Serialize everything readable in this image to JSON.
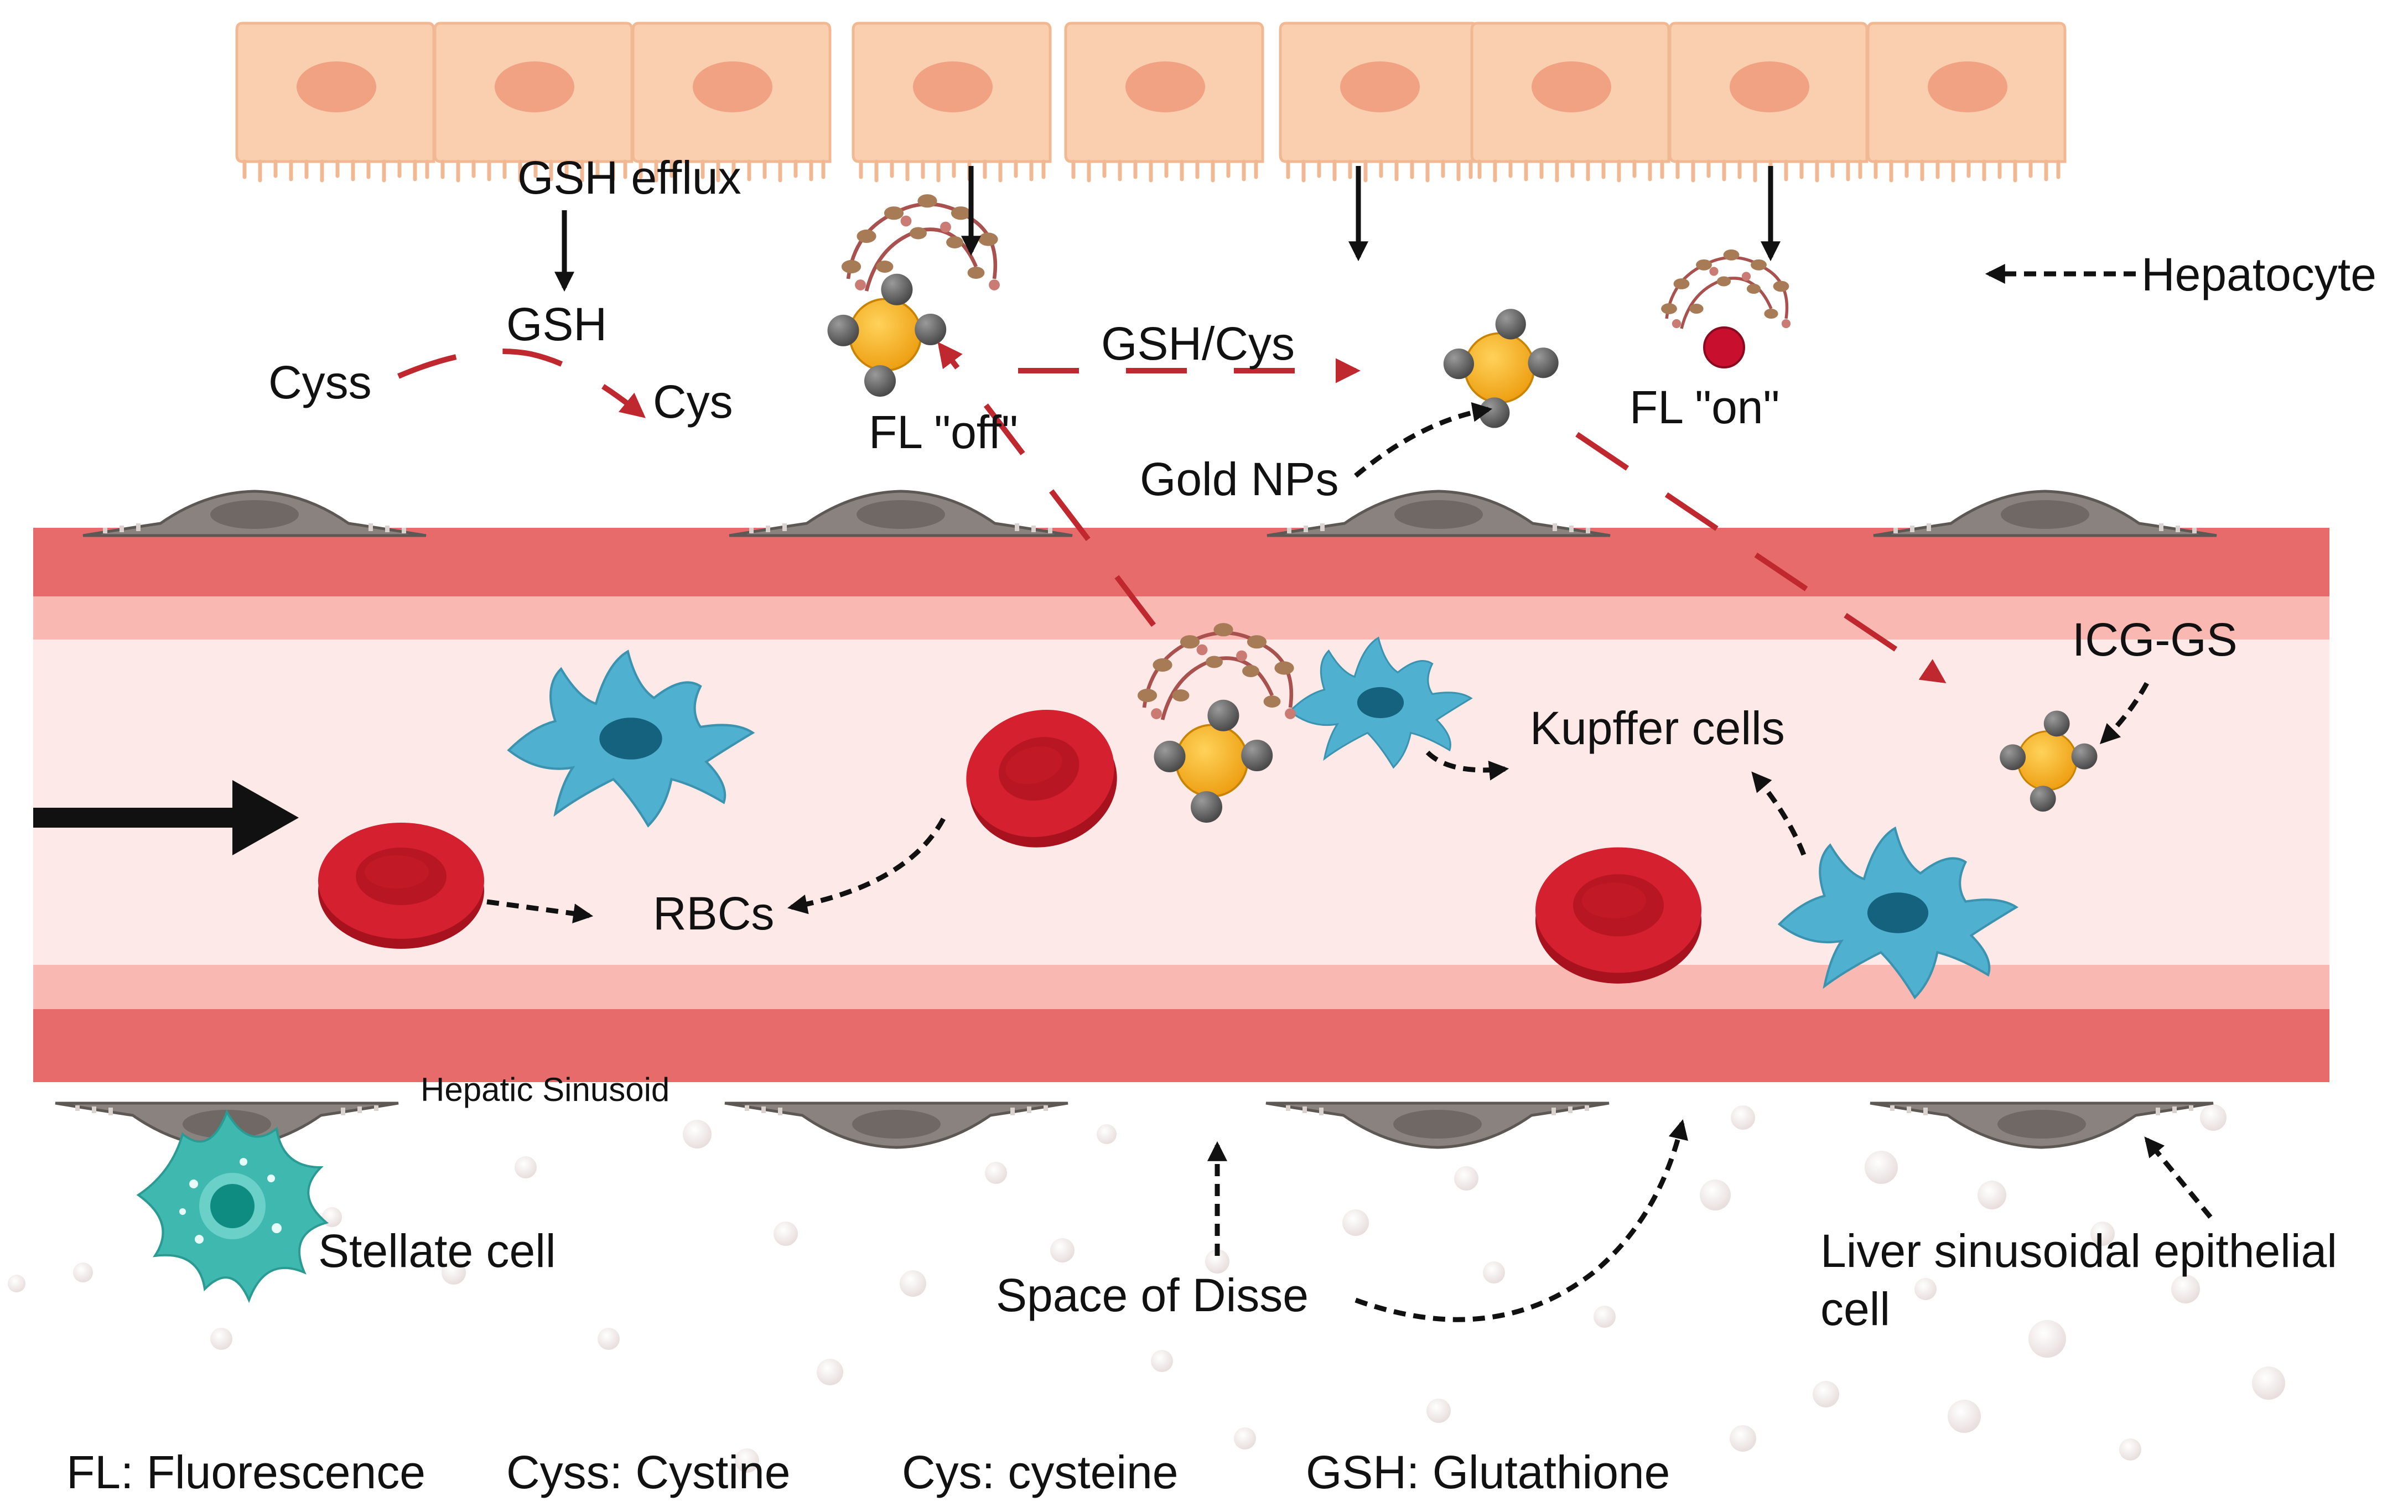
{
  "labels": {
    "gsh_efflux": "GSH efflux",
    "gsh": "GSH",
    "cyss": "Cyss",
    "cys": "Cys",
    "gsh_cys": "GSH/Cys",
    "fl_off": "FL \"off\"",
    "fl_on": "FL \"on\"",
    "gold_nps": "Gold NPs",
    "hepatocyte": "Hepatocyte",
    "icg_gs": "ICG-GS",
    "kupffer_cells": "Kupffer cells",
    "rbcs": "RBCs",
    "hepatic_sinusoid": "Hepatic Sinusoid",
    "stellate_cell": "Stellate cell",
    "space_of_disse": "Space of Disse",
    "lsec_line1": "Liver sinusoidal epithelial",
    "lsec_line2": "cell"
  },
  "legend": {
    "fl": "FL: Fluorescence",
    "cyss": "Cyss: Cystine",
    "cys": "Cys: cysteine",
    "gsh": "GSH: Glutathione"
  },
  "colors": {
    "hepatocyte_fill": "#f9cfb0",
    "hepatocyte_nucleus": "#f0a282",
    "vessel_wall": "#e76b6b",
    "vessel_inner": "#f9b8b1",
    "lumen": "#fde9e7",
    "rbc": "#d4202f",
    "kupffer": "#4fb0cf",
    "stellate": "#3fb9b0",
    "gold_np": "#f5ac1f",
    "ligand": "#6e6e6e",
    "red_arrow": "#c0282f",
    "endothelial": "#8a827e"
  },
  "icons": {
    "hepatocyte": "hepatocyte-cell-icon",
    "endothelial": "endothelial-cell-icon",
    "rbc": "red-blood-cell-icon",
    "kupffer": "kupffer-cell-icon",
    "stellate": "stellate-cell-icon",
    "gold_np": "gold-nanoparticle-icon",
    "icg_dye": "icg-dye-icon"
  }
}
